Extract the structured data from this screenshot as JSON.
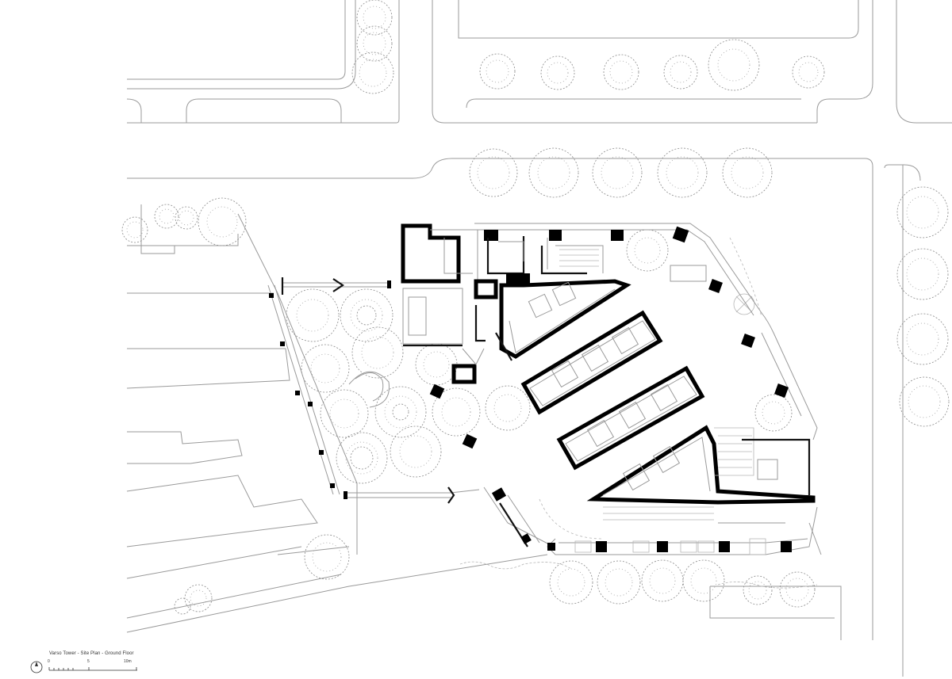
{
  "title": {
    "text": "Varso Tower - Site Plan - Ground Floor"
  },
  "scale_bar": {
    "ticks": [
      "0",
      "5",
      "10m"
    ]
  },
  "icons": {
    "north_arrow": "north-arrow-icon"
  },
  "colors": {
    "background": "#ffffff",
    "walls": "#000000",
    "linework": "#9a9a9a"
  }
}
